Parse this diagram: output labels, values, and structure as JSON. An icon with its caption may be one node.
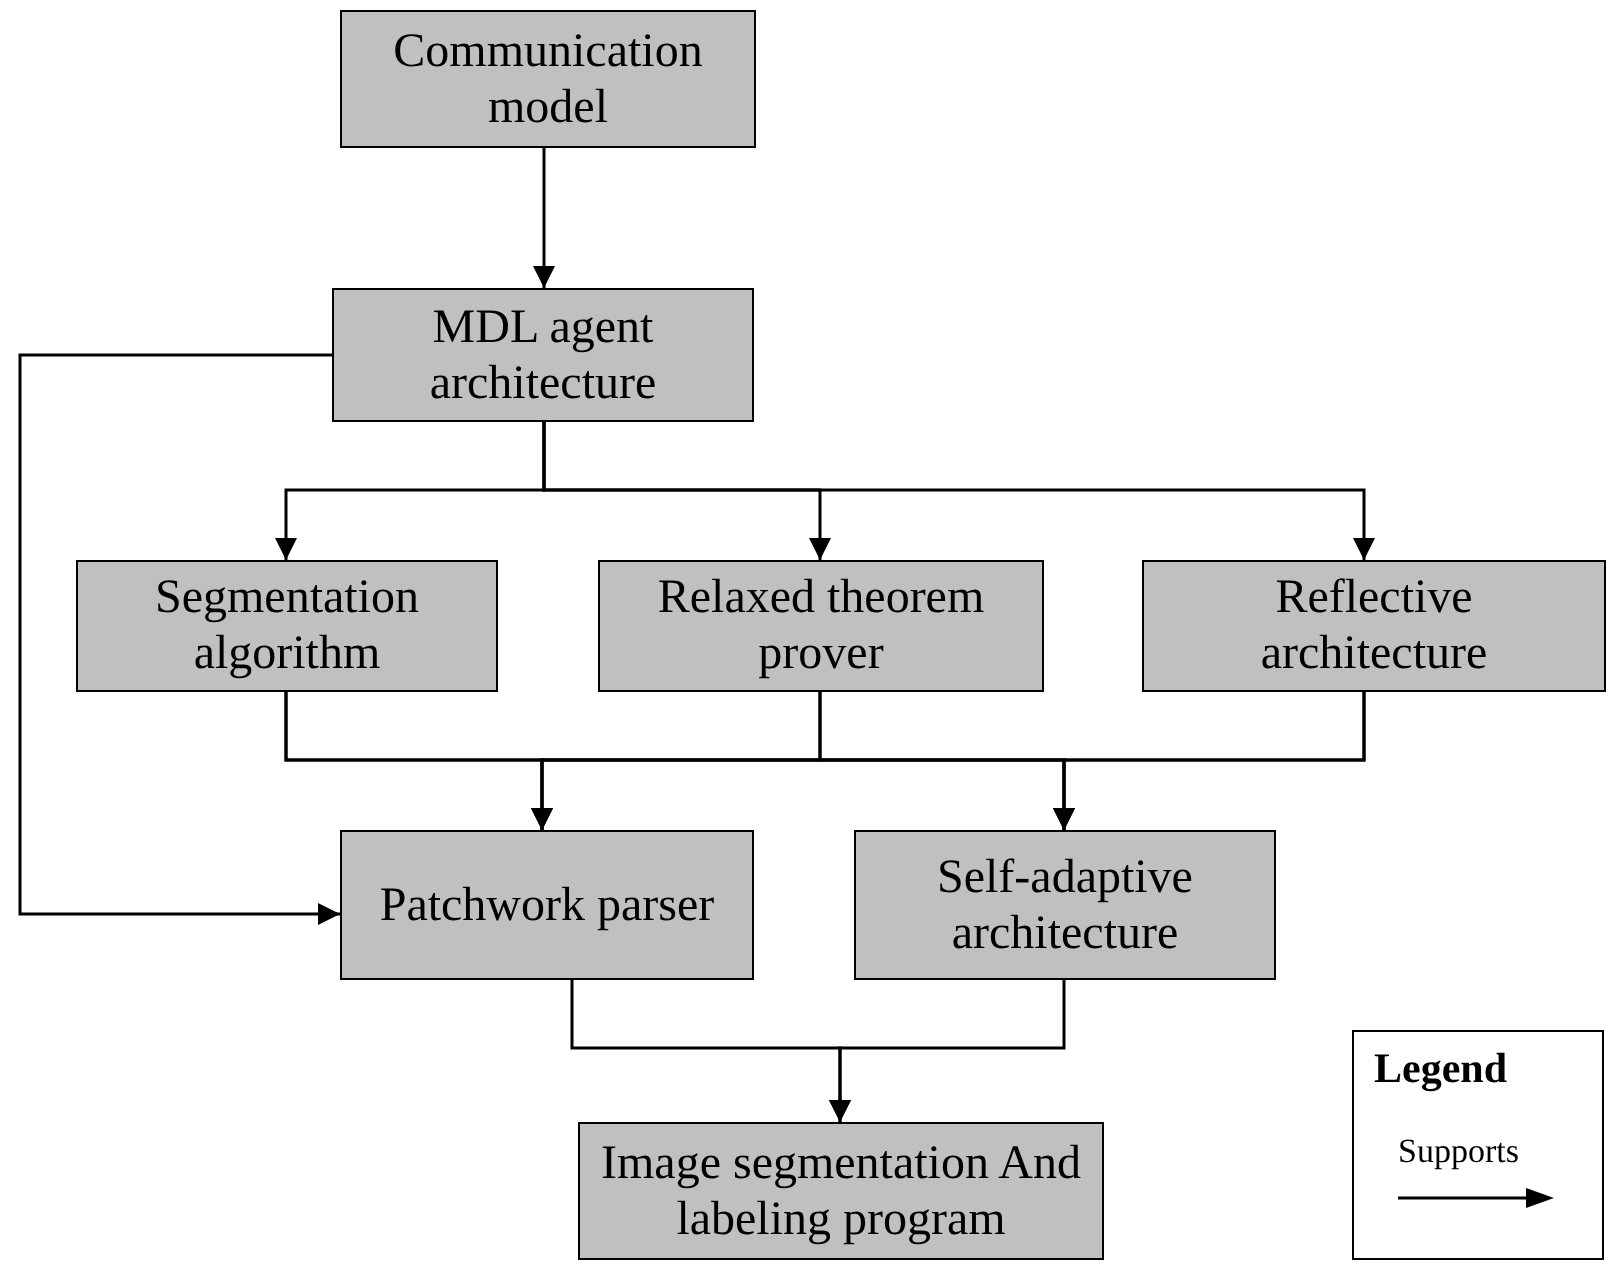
{
  "diagram": {
    "nodes": [
      {
        "text": [
          "Communication model"
        ]
      },
      {
        "text": [
          "MDL agent architecture"
        ]
      },
      {
        "text": [
          "Segmentation algorithm"
        ]
      },
      {
        "text": [
          "Relaxed theorem prover"
        ]
      },
      {
        "text": [
          "Reflective architecture"
        ]
      },
      {
        "text": [
          "Patchwork parser"
        ]
      },
      {
        "text": [
          "Self-adaptive architecture"
        ]
      },
      {
        "text": [
          "Image segmentation And labeling program"
        ]
      }
    ],
    "edges": [
      {
        "from": 0,
        "to": 1,
        "arrow": "to"
      },
      {
        "from": 1,
        "to": 2,
        "arrow": "to"
      },
      {
        "from": 1,
        "to": 3,
        "arrow": "to"
      },
      {
        "from": 1,
        "to": 4,
        "arrow": "to"
      },
      {
        "from": 1,
        "to": 5,
        "arrow": "to"
      },
      {
        "from": 2,
        "to": 5,
        "arrow": "to"
      },
      {
        "from": 3,
        "to": 5,
        "arrow": "to"
      },
      {
        "from": 4,
        "to": 5,
        "arrow": "to"
      },
      {
        "from": 2,
        "to": 6,
        "arrow": "to"
      },
      {
        "from": 3,
        "to": 6,
        "arrow": "to"
      },
      {
        "from": 4,
        "to": 6,
        "arrow": "to"
      },
      {
        "from": 5,
        "to": 7,
        "arrow": "to"
      },
      {
        "from": 6,
        "to": 7,
        "arrow": "to"
      }
    ],
    "labels": [
      "Legend"
    ],
    "legend": [
      {
        "text": "Supports"
      }
    ]
  }
}
